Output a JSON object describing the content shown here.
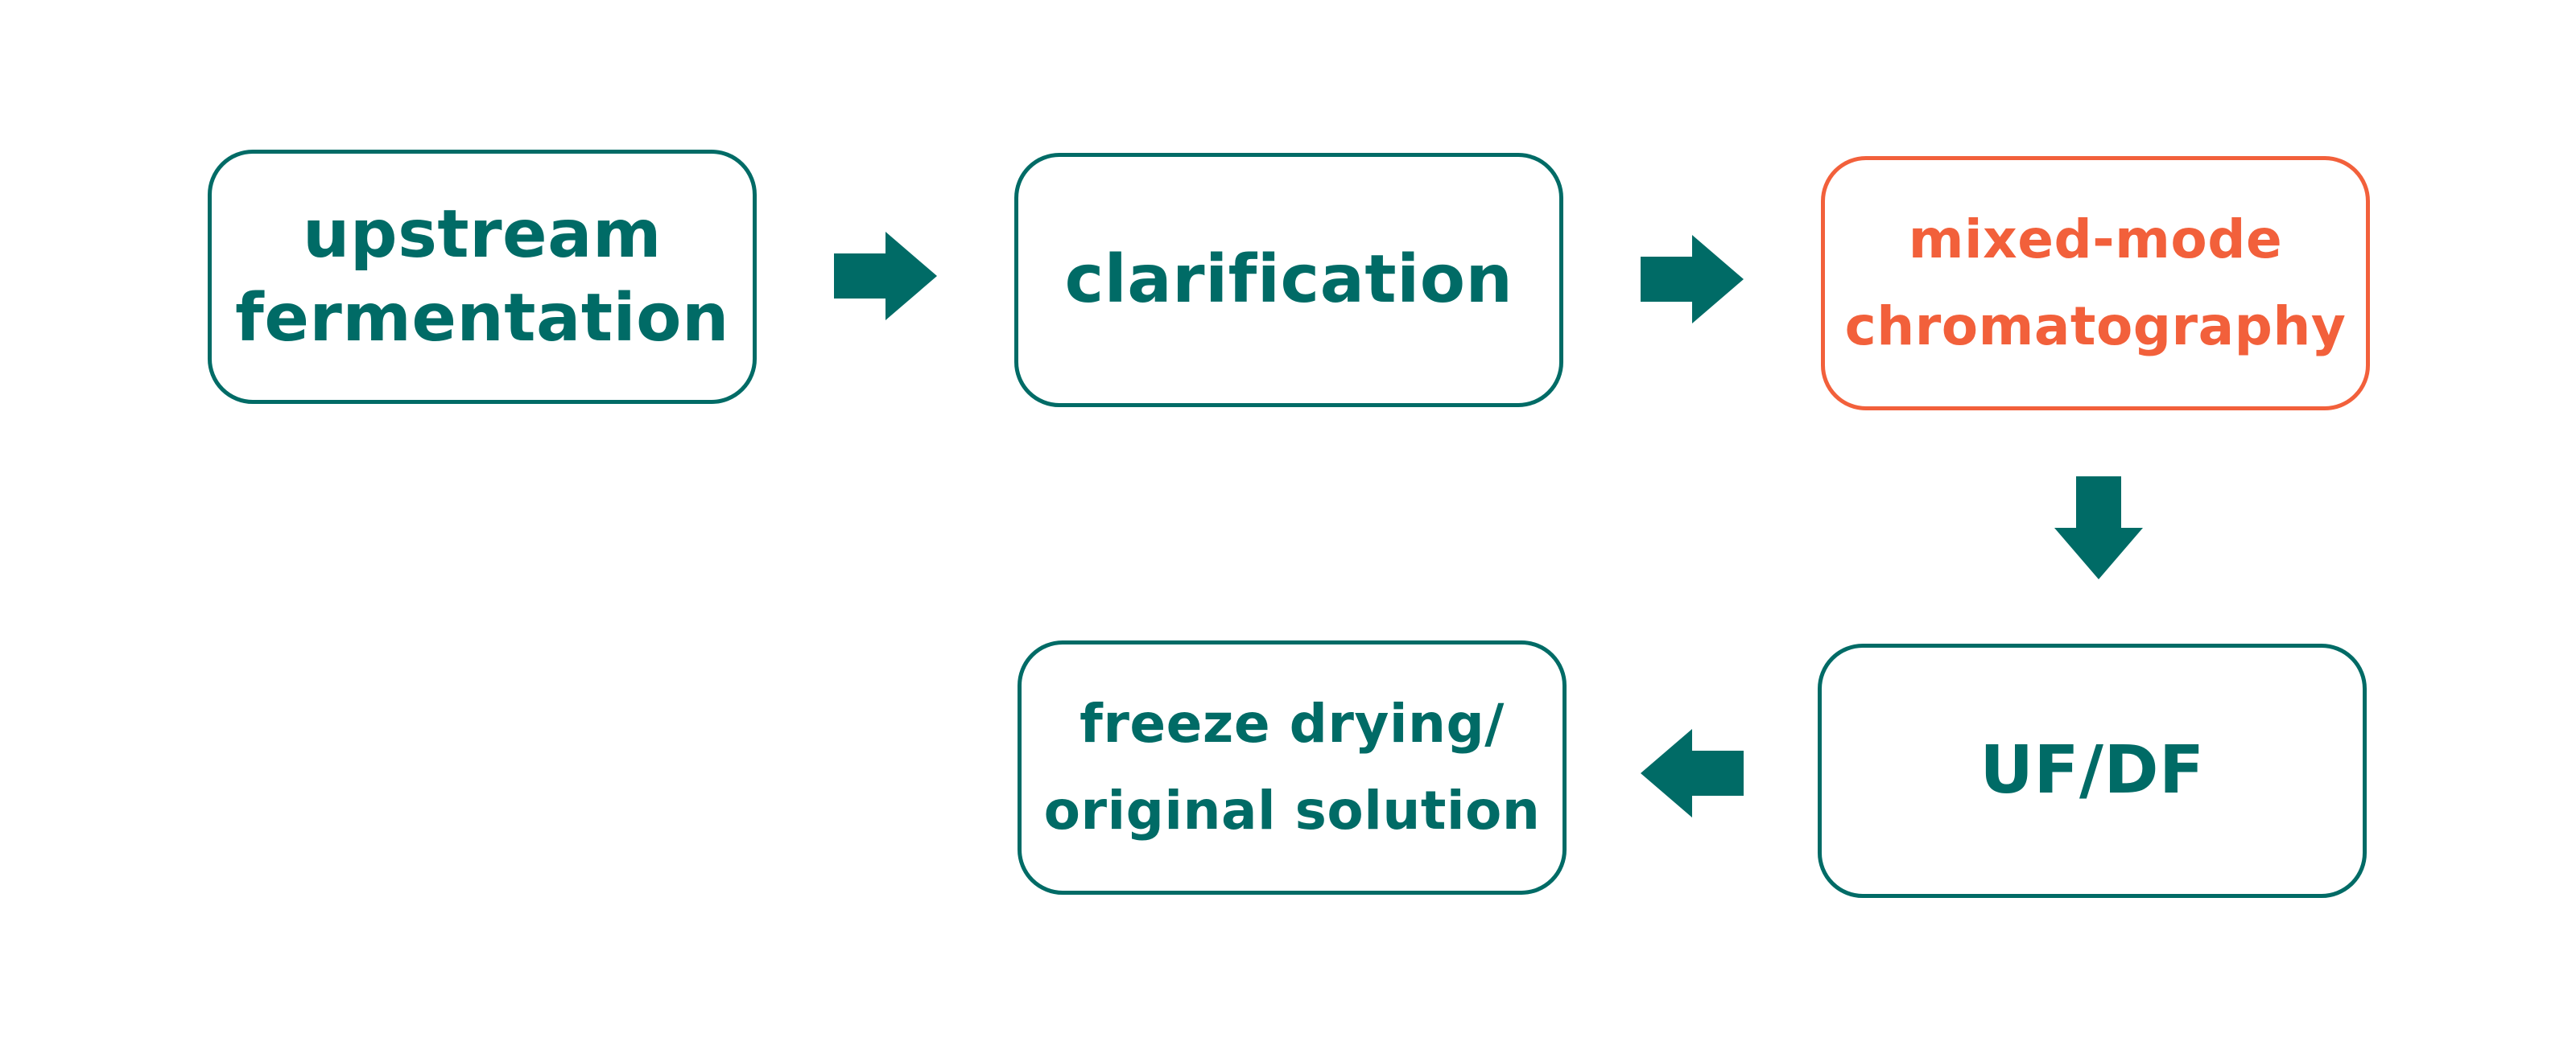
{
  "colors": {
    "primary": "#006b66",
    "highlight": "#f2603b"
  },
  "nodes": [
    {
      "id": "upstream-fermentation",
      "lines": [
        "upstream",
        "fermentation"
      ],
      "color": "primary"
    },
    {
      "id": "clarification",
      "lines": [
        "clarification"
      ],
      "color": "primary"
    },
    {
      "id": "mixed-mode-chromatography",
      "lines": [
        "mixed-mode",
        "chromatography"
      ],
      "color": "highlight"
    },
    {
      "id": "uf-df",
      "lines": [
        "UF/DF"
      ],
      "color": "primary"
    },
    {
      "id": "freeze-drying",
      "lines": [
        "freeze drying/",
        "original solution"
      ],
      "color": "primary"
    }
  ],
  "edges": [
    {
      "from": "upstream-fermentation",
      "to": "clarification",
      "direction": "right",
      "color": "primary"
    },
    {
      "from": "clarification",
      "to": "mixed-mode-chromatography",
      "direction": "right",
      "color": "primary"
    },
    {
      "from": "mixed-mode-chromatography",
      "to": "uf-df",
      "direction": "down",
      "color": "primary"
    },
    {
      "from": "uf-df",
      "to": "freeze-drying",
      "direction": "left",
      "color": "primary"
    }
  ]
}
